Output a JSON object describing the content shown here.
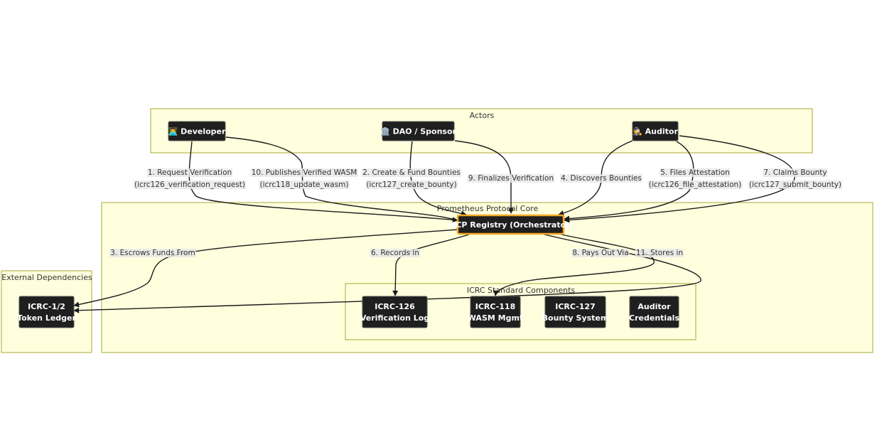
{
  "clusters": {
    "actors": "Actors",
    "core": "Prometheus Protocol Core",
    "icrc": "ICRC Standard Components",
    "external": "External Dependencies"
  },
  "nodes": {
    "developer": {
      "lines": [
        "👨‍💻 Developer"
      ]
    },
    "dao": {
      "lines": [
        "🏛️ DAO / Sponsor"
      ]
    },
    "auditor": {
      "lines": [
        "🕵️ Auditor"
      ]
    },
    "mcp": {
      "lines": [
        "MCP Registry (Orchestrator)"
      ]
    },
    "ledger": {
      "lines": [
        "ICRC-1/2",
        "Token Ledger"
      ]
    },
    "icrc126": {
      "lines": [
        "ICRC-126",
        "Verification Log"
      ]
    },
    "icrc118": {
      "lines": [
        "ICRC-118",
        "WASM Mgmt"
      ]
    },
    "icrc127": {
      "lines": [
        "ICRC-127",
        "Bounty System"
      ]
    },
    "credentials": {
      "lines": [
        "Auditor",
        "Credentials"
      ]
    }
  },
  "edges": {
    "e1": [
      "1. Request Verification",
      "(icrc126_verification_request)"
    ],
    "e2": [
      "2. Create & Fund Bounties",
      "(icrc127_create_bounty)"
    ],
    "e3": [
      "3. Escrows Funds From"
    ],
    "e4": [
      "4. Discovers Bounties"
    ],
    "e5": [
      "5. Files Attestation",
      "(icrc126_file_attestation)"
    ],
    "e6": [
      "6. Records in"
    ],
    "e7": [
      "7. Claims Bounty",
      "(icrc127_submit_bounty)"
    ],
    "e8": [
      "8. Pays Out Via"
    ],
    "e9": [
      "9. Finalizes Verification"
    ],
    "e10": [
      "10. Publishes Verified WASM",
      "(icrc118_update_wasm)"
    ],
    "e11": [
      "11. Stores in"
    ]
  },
  "colors": {
    "cluster_fill": "#ffffde",
    "cluster_border": "#aaaa33",
    "node_fill": "#1f1f1f",
    "node_text": "#ffffff",
    "highlight_border": "#f5a623",
    "edge": "#1a1a1a",
    "label_bg": "#e8e8e8"
  }
}
